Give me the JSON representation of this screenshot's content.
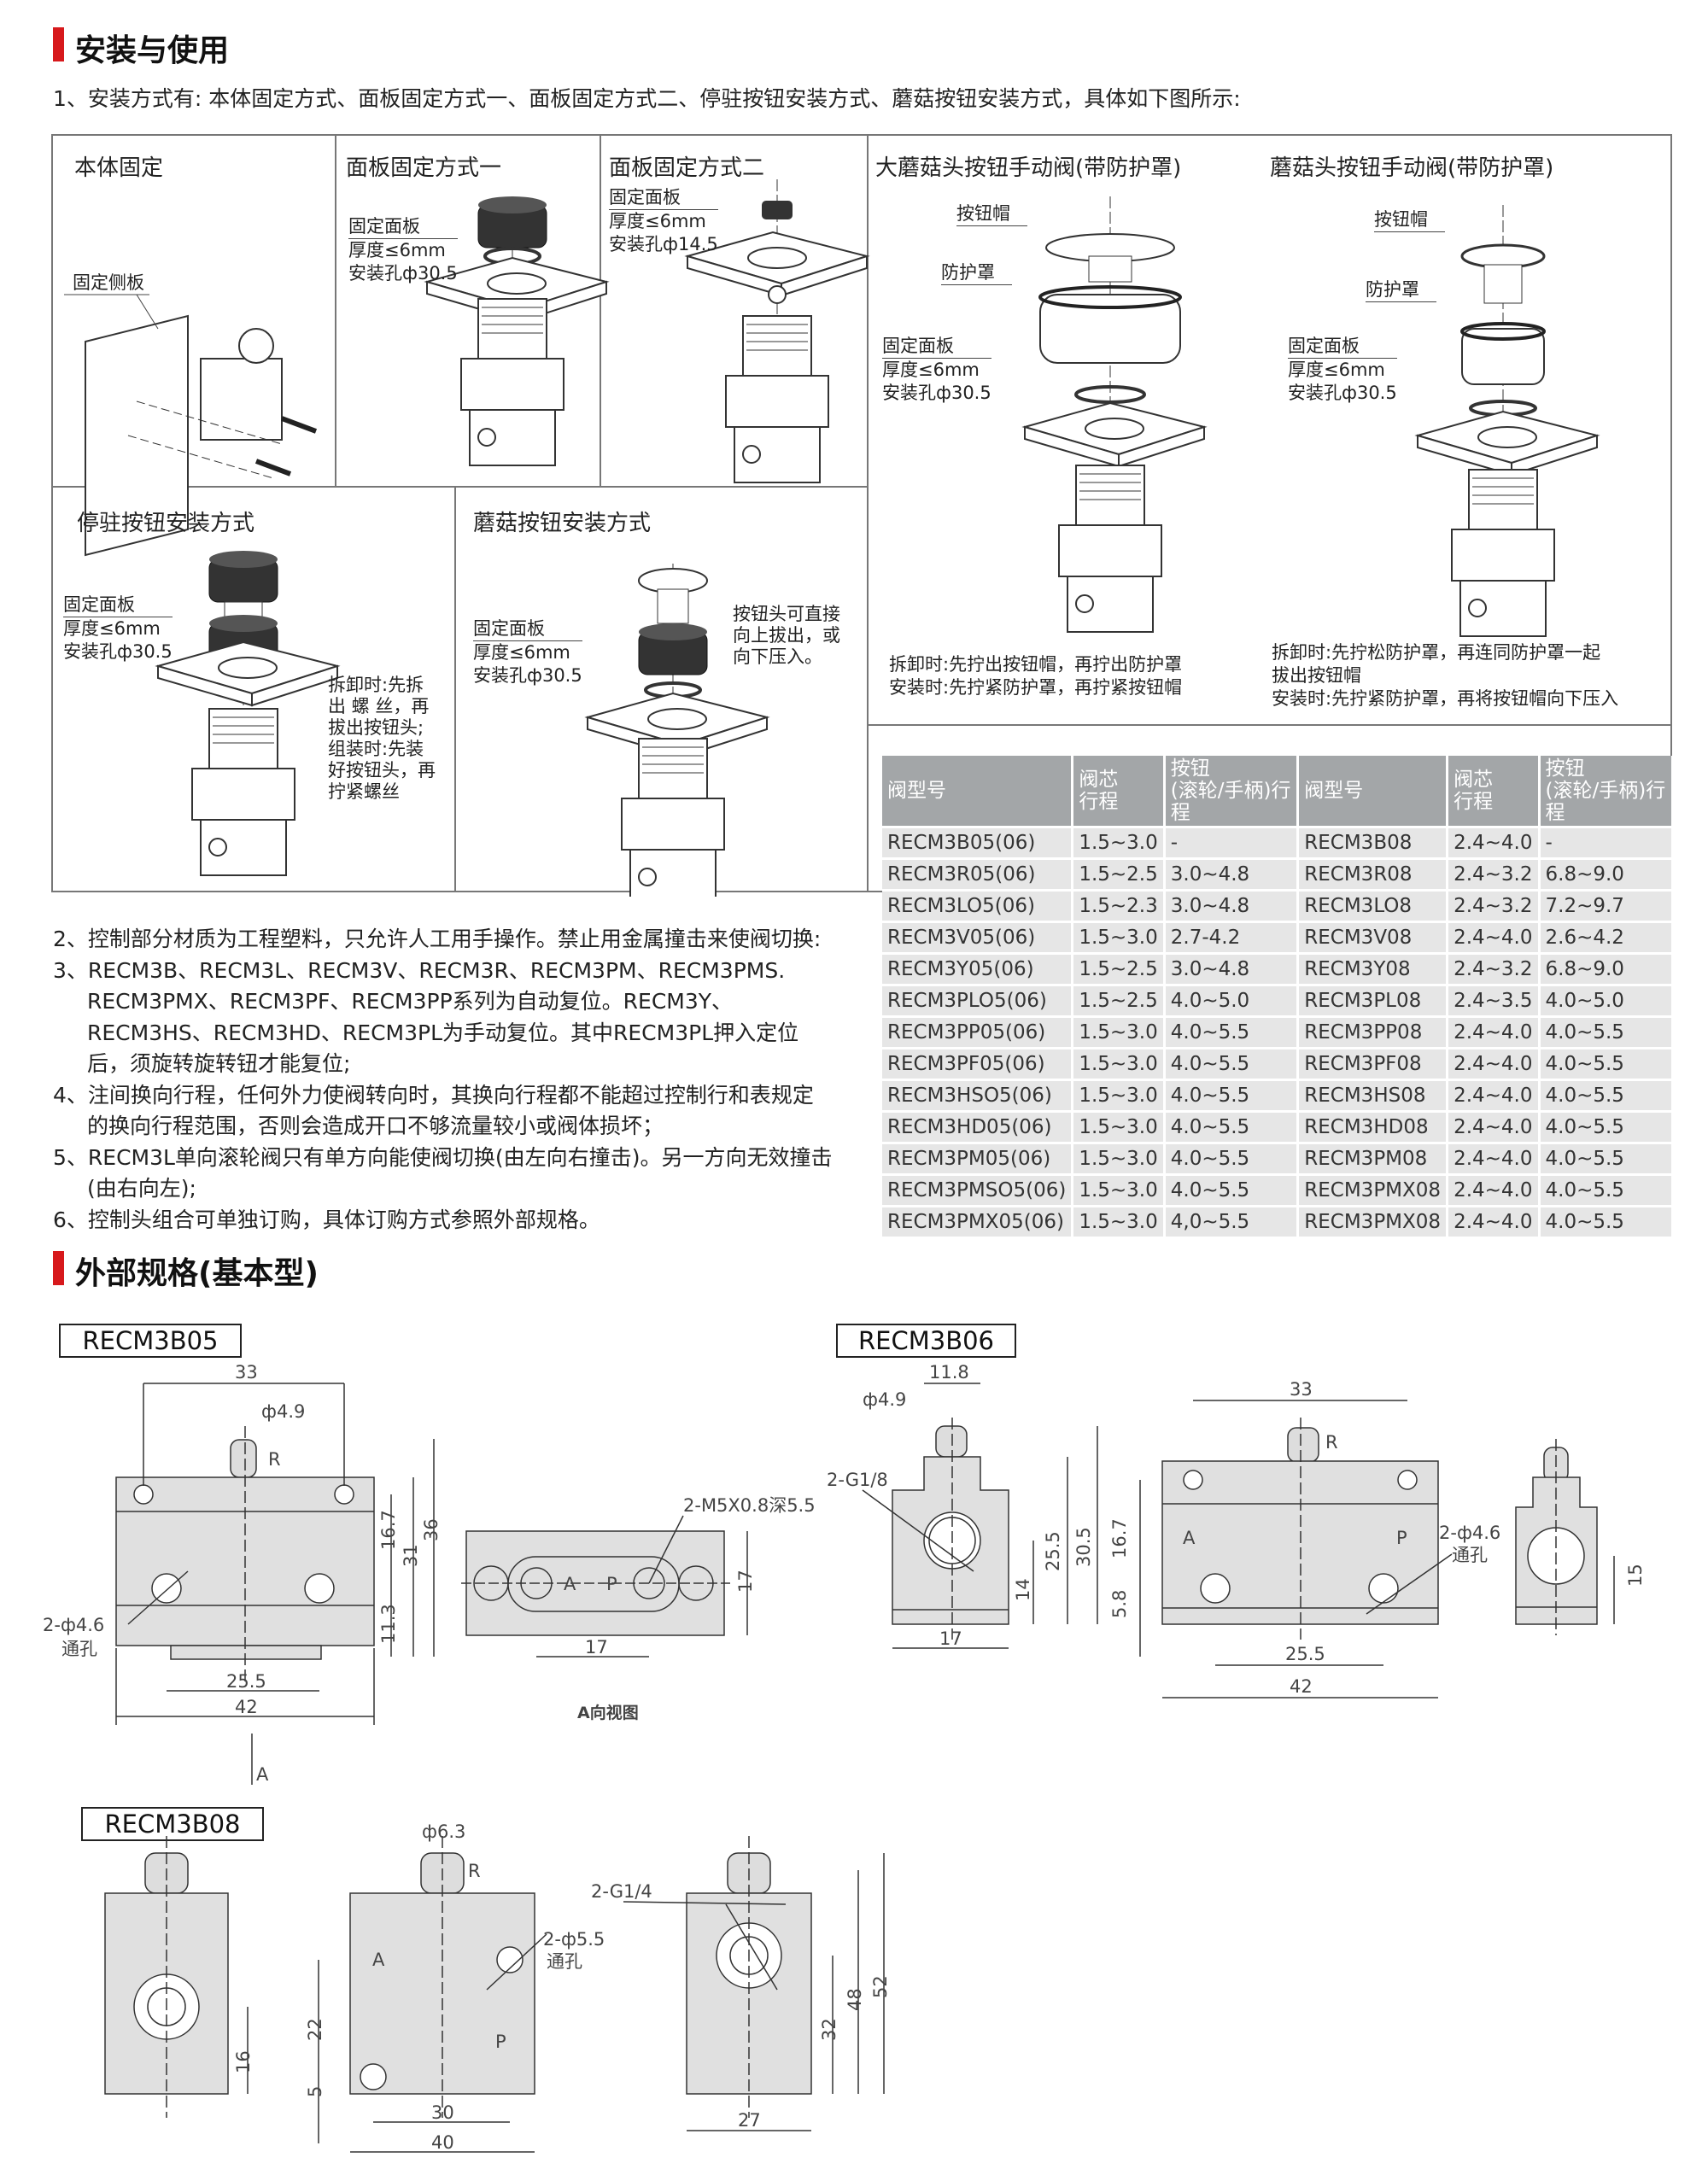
{
  "section1": {
    "title": "安装与使用",
    "intro": "1、安装方式有:  本体固定方式、面板固定方式一、面板固定方式二、停驻按钮安装方式、蘑菇按钮安装方式，具体如下图所示:"
  },
  "install": {
    "body_fix": {
      "title": "本体固定",
      "label": "固定侧板"
    },
    "panel_fix_1": {
      "title": "面板固定方式一",
      "l1": "固定面板",
      "l2": "厚度≤6mm",
      "l3": "安装孔ф30.5"
    },
    "panel_fix_2": {
      "title": "面板固定方式二",
      "l1": "固定面板",
      "l2": "厚度≤6mm",
      "l3": "安装孔ф14.5"
    },
    "big_mushroom": {
      "title": "大蘑菇头按钮手动阀(带防护罩)",
      "cap": "按钮帽",
      "guard": "防护罩",
      "l1": "固定面板",
      "l2": "厚度≤6mm",
      "l3": "安装孔ф30.5",
      "note1": "拆卸时:先拧出按钮帽，再拧出防护罩",
      "note2": "安装时:先拧紧防护罩，再拧紧按钮帽"
    },
    "mushroom": {
      "title": "蘑菇头按钮手动阀(带防护罩)",
      "cap": "按钮帽",
      "guard": "防护罩",
      "l1": "固定面板",
      "l2": "厚度≤6mm",
      "l3": "安装孔ф30.5",
      "note1": "拆卸时:先拧松防护罩，再连同防护罩一起",
      "note2": "拔出按钮帽",
      "note3": "安装时:先拧紧防护罩，再将按钮帽向下压入"
    },
    "detent": {
      "title": "停驻按钮安装方式",
      "l1": "固定面板",
      "l2": "厚度≤6mm",
      "l3": "安装孔ф30.5",
      "notes": [
        "拆卸时:先拆",
        "出 螺 丝，再",
        "拔出按钮头;",
        "组装时:先装",
        "好按钮头，再",
        "拧紧螺丝"
      ]
    },
    "mushroom_button": {
      "title": "蘑菇按钮安装方式",
      "l1": "固定面板",
      "l2": "厚度≤6mm",
      "l3": "安装孔ф30.5",
      "notes": [
        "按钮头可直接",
        "向上拔出，或",
        "向下压入。"
      ]
    }
  },
  "notes": [
    "2、控制部分材质为工程塑料，只允许人工用手操作。禁止用金属撞击来使阀切换:",
    "3、RECM3B、RECM3L、RECM3V、RECM3R、RECM3PM、RECM3PMS.",
    "RECM3PMX、RECM3PF、RECM3PP系列为自动复位。RECM3Y、",
    "RECM3HS、RECM3HD、RECM3PL为手动复位。其中RECM3PL押入定位",
    "后，须旋转旋转钮才能复位;",
    "4、注间换向行程，任何外力使阀转向时，其换向行程都不能超过控制行和表规定",
    "的换向行程范围，否则会造成开口不够流量较小或阀体损坏；",
    "5、RECM3L单向滚轮阀只有单方向能使阀切换(由左向右撞击)。另一方向无效撞击",
    "(由右向左);",
    "6、控制头组合可单独订购，具体订购方式参照外部规格。"
  ],
  "table": {
    "headers": [
      "阀型号",
      "阀芯\n行程",
      "按钮\n(滚轮/手柄)行程",
      "阀型号",
      "阀芯\n行程",
      "按钮\n(滚轮/手柄)行程"
    ],
    "rows": [
      [
        "RECM3B05(06)",
        "1.5~3.0",
        "-",
        "RECM3B08",
        "2.4~4.0",
        "-"
      ],
      [
        "RECM3R05(06)",
        "1.5~2.5",
        "3.0~4.8",
        "RECM3R08",
        "2.4~3.2",
        "6.8~9.0"
      ],
      [
        "RECM3LO5(06)",
        "1.5~2.3",
        "3.0~4.8",
        "RECM3LO8",
        "2.4~3.2",
        "7.2~9.7"
      ],
      [
        "RECM3V05(06)",
        "1.5~3.0",
        "2.7-4.2",
        "RECM3V08",
        "2.4~4.0",
        "2.6~4.2"
      ],
      [
        "RECM3Y05(06)",
        "1.5~2.5",
        "3.0~4.8",
        "RECM3Y08",
        "2.4~3.2",
        "6.8~9.0"
      ],
      [
        "RECM3PLO5(06)",
        "1.5~2.5",
        "4.0~5.0",
        "RECM3PL08",
        "2.4~3.5",
        "4.0~5.0"
      ],
      [
        "RECM3PP05(06)",
        "1.5~3.0",
        "4.0~5.5",
        "RECM3PP08",
        "2.4~4.0",
        "4.0~5.5"
      ],
      [
        "RECM3PF05(06)",
        "1.5~3.0",
        "4.0~5.5",
        "RECM3PF08",
        "2.4~4.0",
        "4.0~5.5"
      ],
      [
        "RECM3HSO5(06)",
        "1.5~3.0",
        "4.0~5.5",
        "RECM3HS08",
        "2.4~4.0",
        "4.0~5.5"
      ],
      [
        "RECM3HD05(06)",
        "1.5~3.0",
        "4.0~5.5",
        "RECM3HD08",
        "2.4~4.0",
        "4.0~5.5"
      ],
      [
        "RECM3PM05(06)",
        "1.5~3.0",
        "4.0~5.5",
        "RECM3PM08",
        "2.4~4.0",
        "4.0~5.5"
      ],
      [
        "RECM3PMSO5(06)",
        "1.5~3.0",
        "4.0~5.5",
        "RECM3PMX08",
        "2.4~4.0",
        "4.0~5.5"
      ],
      [
        "RECM3PMX05(06)",
        "1.5~3.0",
        "4,0~5.5",
        "RECM3PMX08",
        "2.4~4.0",
        "4.0~5.5"
      ]
    ]
  },
  "section2": {
    "title": "外部规格(基本型)"
  },
  "b05": {
    "model": "RECM3B05",
    "d33": "33",
    "phi49": "ф4.9",
    "R": "R",
    "d167": "16.7",
    "d31": "31",
    "d36": "36",
    "d113": "11.3",
    "hole": "2-ф4.6",
    "through": "通孔",
    "d255": "25.5",
    "d42": "42",
    "A": "A",
    "thread": "2-M5X0.8深5.5",
    "pA": "A",
    "pP": "P",
    "d17a": "17",
    "d17b": "17",
    "view": "A向视图"
  },
  "b06": {
    "model": "RECM3B06",
    "d118": "11.8",
    "phi49": "ф4.9",
    "g18": "2-G1/8",
    "d255v": "25.5",
    "d305": "30.5",
    "d14": "14",
    "d17": "17",
    "d33": "33",
    "R": "R",
    "d167": "16.7",
    "d58": "5.8",
    "A": "A",
    "P": "P",
    "hole": "2-ф4.6",
    "through": "通孔",
    "d255": "25.5",
    "d42": "42",
    "d15": "15"
  },
  "b08": {
    "model": "RECM3B08",
    "d16": "16",
    "phi63": "ф6.3",
    "R": "R",
    "hole": "2-ф5.5",
    "through": "通孔",
    "A": "A",
    "P": "P",
    "d22": "22",
    "d5": "5",
    "d30": "30",
    "d40": "40",
    "g14": "2-G1/4",
    "d32": "32",
    "d48": "48",
    "d52": "52",
    "d27": "27"
  }
}
